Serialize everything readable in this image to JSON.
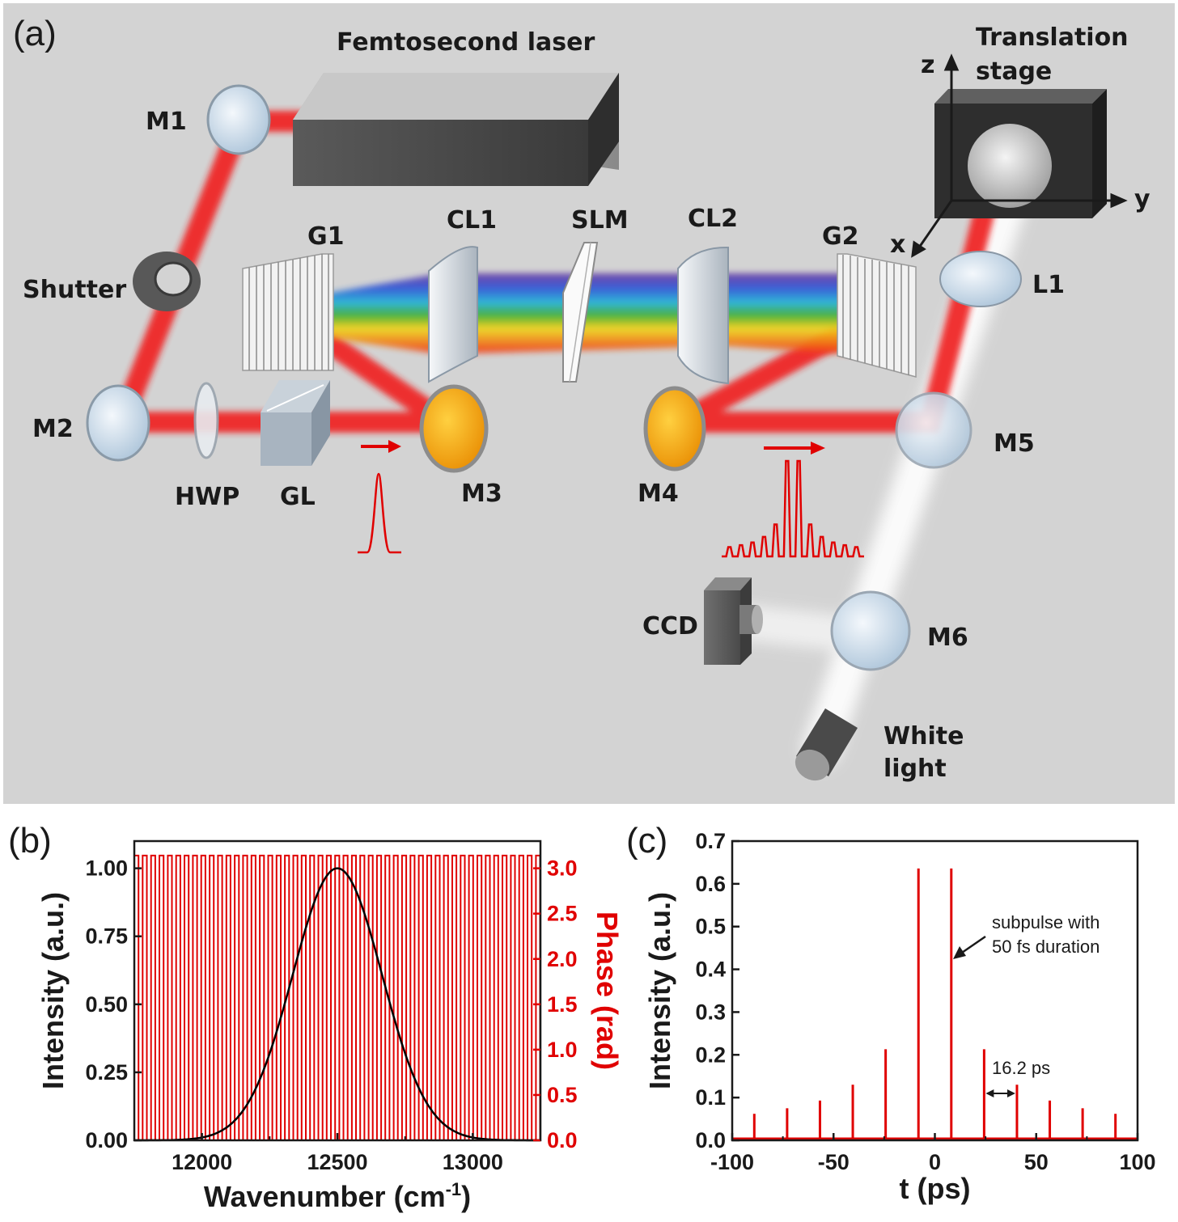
{
  "panels": {
    "a": "(a)",
    "b": "(b)",
    "c": "(c)"
  },
  "setup": {
    "laser": "Femtosecond laser",
    "stage_line1": "Translation",
    "stage_line2": "stage",
    "axis_z": "z",
    "axis_y": "y",
    "axis_x": "x",
    "M1": "M1",
    "M2": "M2",
    "M3": "M3",
    "M4": "M4",
    "M5": "M5",
    "M6": "M6",
    "shutter": "Shutter",
    "HWP": "HWP",
    "GL": "GL",
    "G1": "G1",
    "G2": "G2",
    "CL1": "CL1",
    "CL2": "CL2",
    "SLM": "SLM",
    "L1": "L1",
    "CCD": "CCD",
    "white_line1": "White",
    "white_line2": "light"
  },
  "colors": {
    "beam": "#f02020",
    "mirror_gold": "#f2a000",
    "background_a": "#d3d3d3",
    "trace_red": "#e00000"
  },
  "chart_data": [
    {
      "type": "line",
      "panel": "b",
      "xlabel": "Wavenumber (cm",
      "xlabel_sup": "-1",
      "xlabel_close": ")",
      "ylabel": "Intensity (a.u.)",
      "ylabel_right": "Phase (rad)",
      "xlim": [
        11750,
        13250
      ],
      "ylim": [
        0,
        1.1
      ],
      "ylim_right": [
        0,
        3.3
      ],
      "x_ticks": [
        12000,
        12500,
        13000
      ],
      "x_tick_labels": [
        "12000",
        "12500",
        "13000"
      ],
      "y_ticks": [
        0.0,
        0.25,
        0.5,
        0.75,
        1.0
      ],
      "y_tick_labels": [
        "0.00",
        "0.25",
        "0.50",
        "0.75",
        "1.00"
      ],
      "y_right_ticks": [
        0.0,
        0.5,
        1.0,
        1.5,
        2.0,
        2.5,
        3.0
      ],
      "y_right_tick_labels": [
        "0.0",
        "0.5",
        "1.0",
        "1.5",
        "2.0",
        "2.5",
        "3.0"
      ],
      "series": [
        {
          "kind": "gaussian",
          "color": "#000000",
          "center": 12500,
          "fwhm": 390,
          "amplitude": 1.0
        },
        {
          "kind": "square-wave",
          "color": "#e00000",
          "low": 0,
          "high": 3.14,
          "period": 30.9,
          "start": 11750,
          "end": 13250
        }
      ]
    },
    {
      "type": "bar",
      "panel": "c",
      "xlabel": "t (ps)",
      "ylabel": "Intensity (a.u.)",
      "xlim": [
        -100,
        100
      ],
      "ylim": [
        0,
        0.7
      ],
      "x_ticks": [
        -100,
        -50,
        0,
        50,
        100
      ],
      "x_tick_labels": [
        "-100",
        "-50",
        "0",
        "50",
        "100"
      ],
      "y_ticks": [
        0.0,
        0.1,
        0.2,
        0.3,
        0.4,
        0.5,
        0.6,
        0.7
      ],
      "y_tick_labels": [
        "0.0",
        "0.1",
        "0.2",
        "0.3",
        "0.4",
        "0.5",
        "0.6",
        "0.7"
      ],
      "color": "#e00000",
      "x": [
        -89.1,
        -72.9,
        -56.7,
        -40.5,
        -24.3,
        -8.1,
        8.1,
        24.3,
        40.5,
        56.7,
        72.9,
        89.1
      ],
      "values": [
        0.062,
        0.075,
        0.093,
        0.13,
        0.213,
        0.636,
        0.636,
        0.213,
        0.13,
        0.093,
        0.075,
        0.062
      ],
      "annotation_line1": "subpulse with",
      "annotation_line2": "50 fs duration",
      "spacing_label": "16.2 ps"
    }
  ]
}
